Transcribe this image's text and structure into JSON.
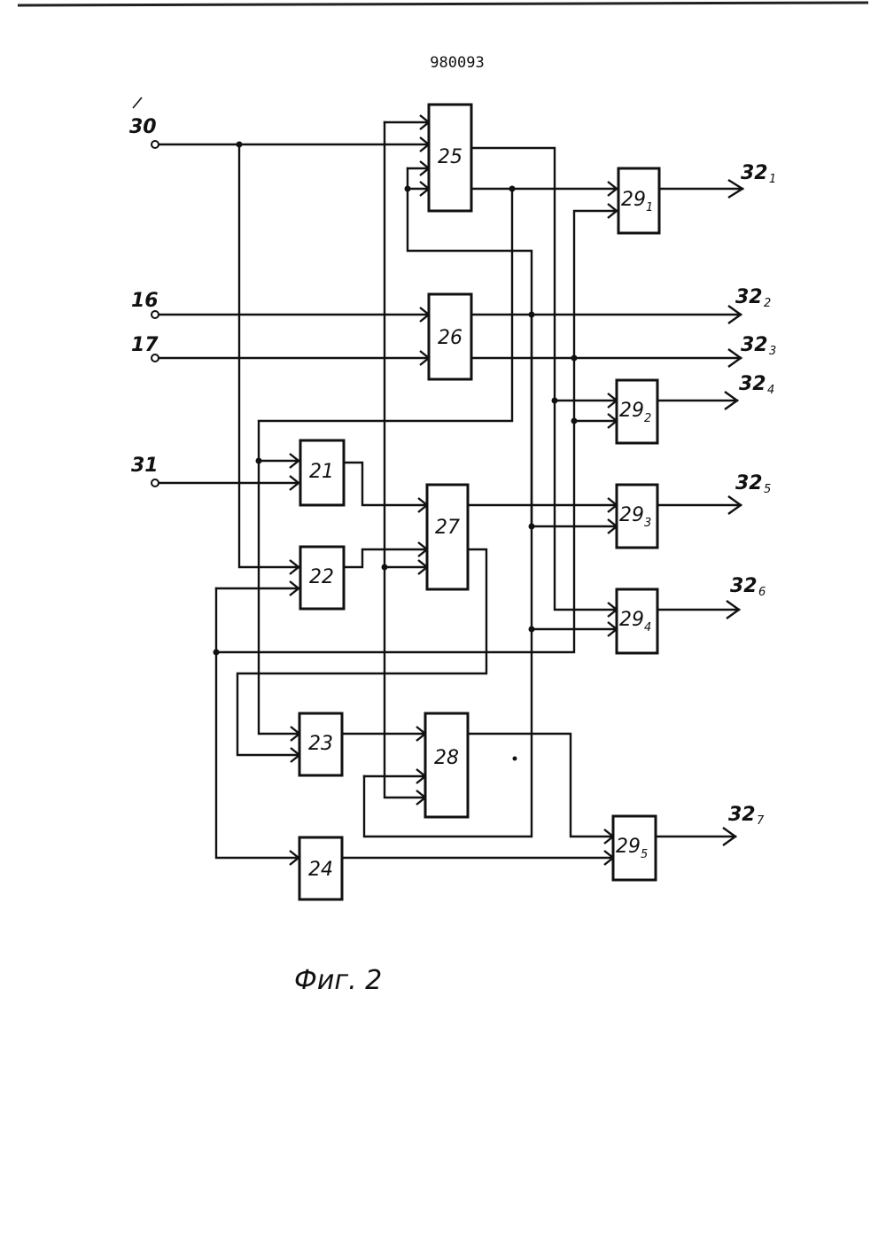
{
  "header": {
    "patent_number": "980093"
  },
  "caption": "Фиг. 2",
  "inputs": {
    "i30": "30",
    "i16": "16",
    "i17": "17",
    "i31": "31"
  },
  "blocks": {
    "b21": "21",
    "b22": "22",
    "b23": "23",
    "b24": "24",
    "b25": "25",
    "b26": "26",
    "b27": "27",
    "b28": "28",
    "b29": "29",
    "b29_1": "1",
    "b29_2": "2",
    "b29_3": "3",
    "b29_4": "4",
    "b29_5": "5"
  },
  "outputs": {
    "base": "32",
    "o1": "1",
    "o2": "2",
    "o3": "3",
    "o4": "4",
    "o5": "5",
    "o6": "6",
    "o7": "7"
  }
}
